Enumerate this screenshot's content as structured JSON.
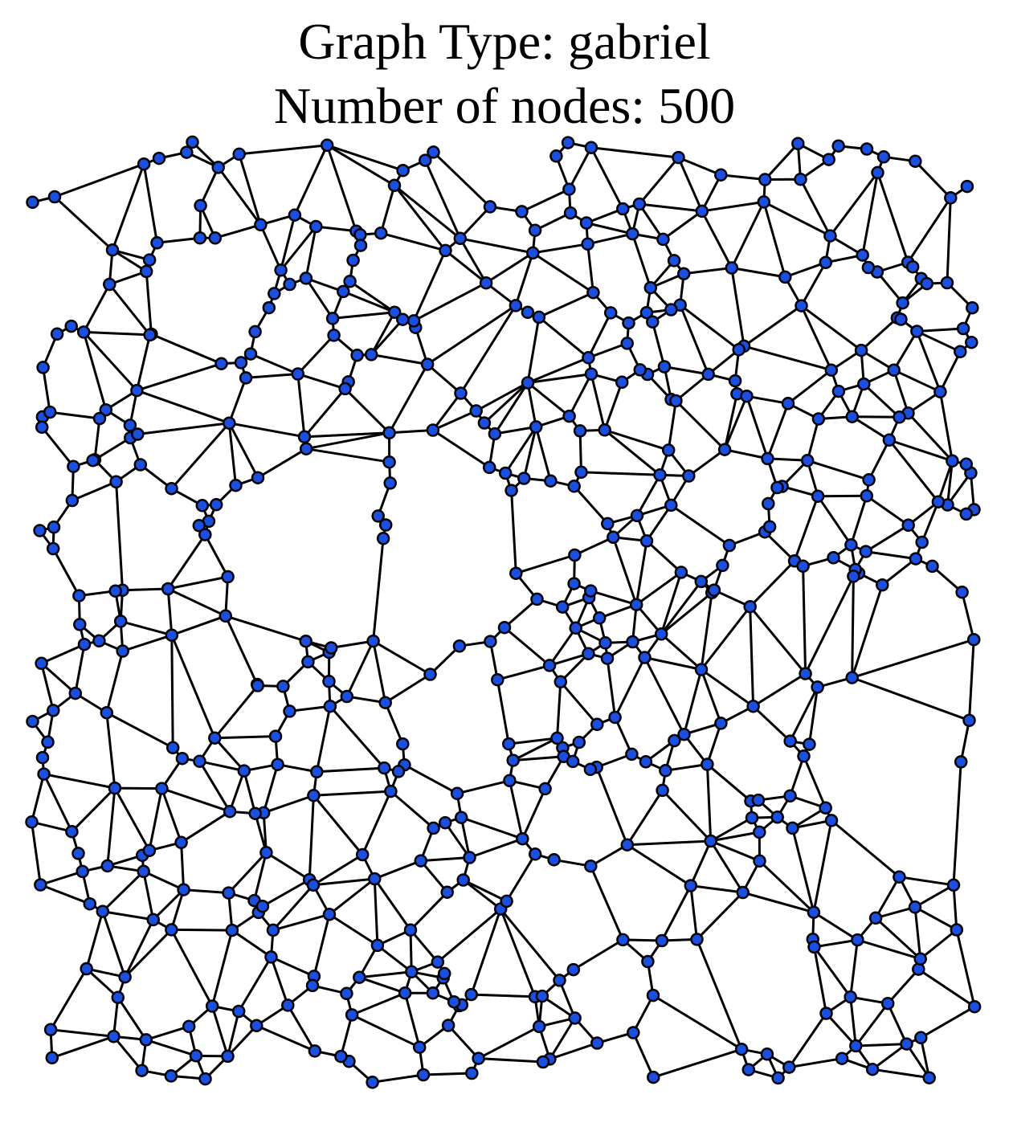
{
  "title_line1": "Graph Type: gabriel",
  "title_line2": "Number of nodes: 500",
  "graph": {
    "type": "gabriel",
    "node_count": 500,
    "node_color": "#1a4fe0",
    "edge_color": "#000000"
  }
}
